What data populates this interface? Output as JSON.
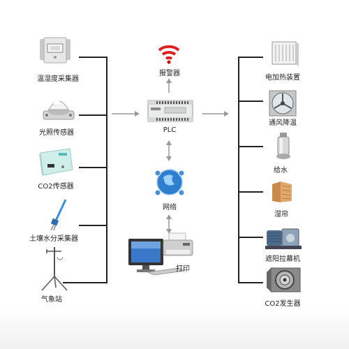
{
  "sensors": [
    {
      "label": "温湿度采集器",
      "icon": "temperature-humidity-sensor-icon"
    },
    {
      "label": "光照传感器",
      "icon": "light-sensor-icon"
    },
    {
      "label": "CO2传感器",
      "icon": "co2-sensor-icon"
    },
    {
      "label": "土壤水分采集器",
      "icon": "soil-moisture-probe-icon"
    },
    {
      "label": "气象站",
      "icon": "weather-station-icon"
    }
  ],
  "center": {
    "alarm": {
      "label": "报警器",
      "icon": "alarm-icon"
    },
    "plc": {
      "label": "PLC",
      "icon": "plc-module-icon"
    },
    "network": {
      "label": "网络",
      "icon": "network-globe-icon"
    },
    "print": {
      "label": "打印",
      "icon": "computer-printer-icon"
    }
  },
  "actuators": [
    {
      "label": "电加热装置",
      "icon": "electric-heater-icon"
    },
    {
      "label": "通风降温",
      "icon": "ventilation-fan-icon"
    },
    {
      "label": "给水",
      "icon": "water-pump-icon"
    },
    {
      "label": "湿帘",
      "icon": "wet-curtain-icon"
    },
    {
      "label": "遮阳拉幕机",
      "icon": "shade-curtain-motor-icon"
    },
    {
      "label": "CO2发生器",
      "icon": "co2-generator-icon"
    }
  ]
}
